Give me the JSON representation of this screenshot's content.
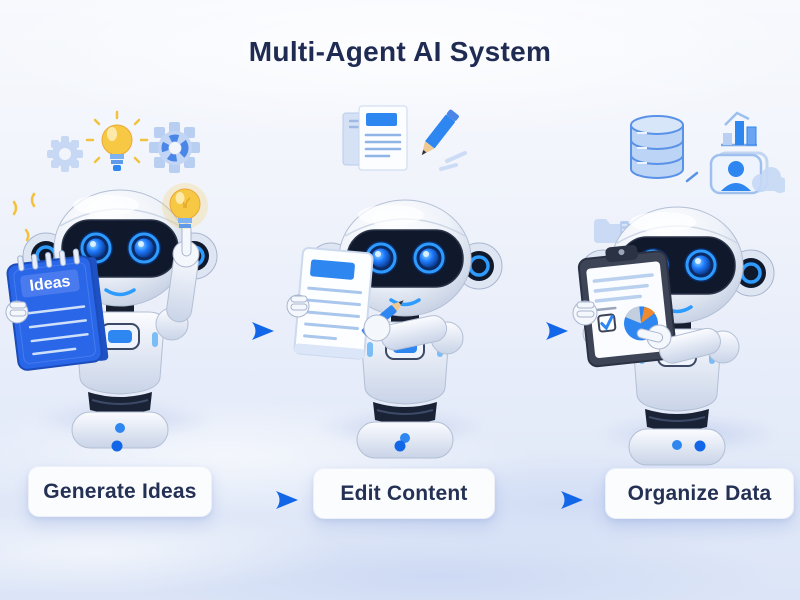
{
  "title": "Multi-Agent AI System",
  "notebook_label": "Ideas",
  "agents": [
    {
      "id": "generate-ideas",
      "label": "Generate Ideas",
      "held_item": "ideas-notebook",
      "icons": [
        "gear-icon",
        "lightbulb-icon",
        "gear-icon",
        "lightbulb-icon"
      ]
    },
    {
      "id": "edit-content",
      "label": "Edit Content",
      "held_item": "document-with-pencil",
      "icons": [
        "document-icon",
        "pencil-icon"
      ]
    },
    {
      "id": "organize-data",
      "label": "Organize Data",
      "held_item": "clipboard-with-pie-chart",
      "icons": [
        "database-icon",
        "bar-chart-icon",
        "user-card-icon",
        "cloud-icon",
        "folder-icon"
      ]
    }
  ],
  "colors": {
    "background": "#e9eefa",
    "title_text": "#1f2b52",
    "label_text": "#243154",
    "label_background": "#fbfcfe",
    "arrow_blue": "#1266e8",
    "robot_accent_blue": "#2e86f0",
    "robot_glow_blue": "#2e9bff",
    "notebook_blue": "#2a66e8",
    "bulb_yellow": "#f6c945",
    "pie_orange": "#ef8b2e",
    "visor_dark": "#10182b"
  }
}
